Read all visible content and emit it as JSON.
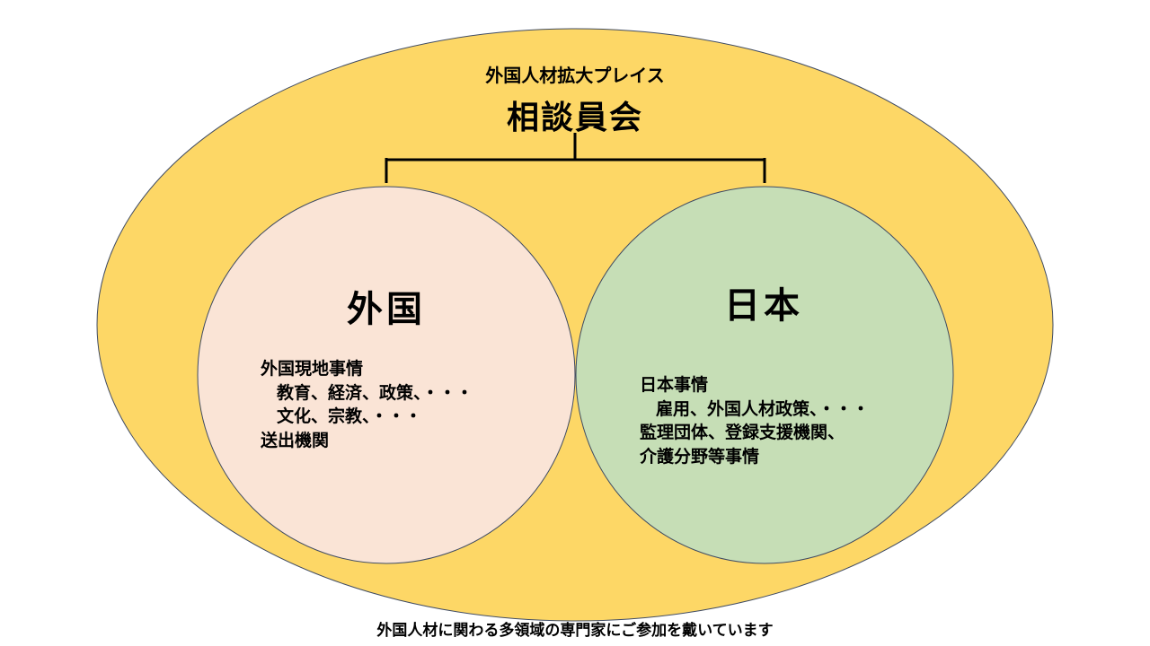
{
  "colors": {
    "outer_ellipse": "#FDD766",
    "left_circle": "#FAE4D6",
    "right_circle": "#C6DEB6",
    "outline": "#3F4B63",
    "connector": "#000000"
  },
  "header": {
    "subtitle": "外国人材拡大プレイス",
    "title": "相談員会"
  },
  "left_circle": {
    "heading": "外国",
    "lines": [
      "外国現地事情",
      "教育、経済、政策、・・・",
      "文化、宗教、・・・",
      "送出機関"
    ]
  },
  "right_circle": {
    "heading": "日本",
    "lines": [
      "日本事情",
      "雇用、外国人材政策、・・・",
      "監理団体、登録支援機関、",
      "介護分野等事情"
    ]
  },
  "footer": {
    "text": "外国人材に関わる多領域の専門家にご参加を戴いています"
  }
}
